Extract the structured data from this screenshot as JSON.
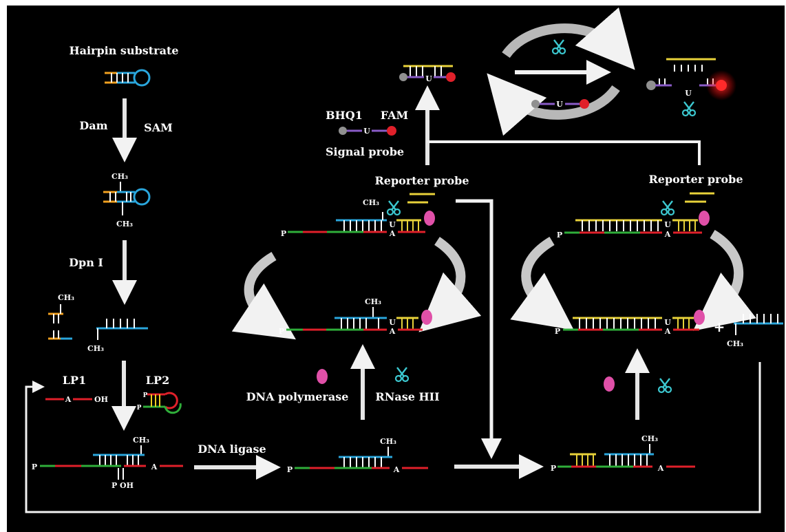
{
  "colors": {
    "background": "#000000",
    "yellow": "#e8d23a",
    "blue": "#2aa6dc",
    "red": "#e0202a",
    "green": "#2fae3a",
    "orange": "#f0a020",
    "purple": "#8a5cc8",
    "pink": "#e050a8",
    "teal": "#3cc8d0",
    "gray": "#909090"
  },
  "labels": {
    "hairpin_substrate": "Hairpin substrate",
    "dam": "Dam",
    "sam": "SAM",
    "dpn1": "Dpn I",
    "lp1": "LP1",
    "lp2": "LP2",
    "dna_ligase": "DNA ligase",
    "bhq1": "BHQ1",
    "fam": "FAM",
    "signal_probe": "Signal probe",
    "reporter_probe_1": "Reporter probe",
    "reporter_probe_2": "Reporter probe",
    "dna_polymerase": "DNA polymerase",
    "rnase_hii": "RNase HII",
    "plus": "+"
  },
  "glyphs": {
    "ch3": "CH₃",
    "p": "P",
    "a": "A",
    "u": "U",
    "oh": "OH",
    "p_oh": "P OH"
  },
  "icons": {
    "enzyme_scissors": "scissors-icon",
    "polymerase": "ellipse-icon",
    "quencher": "gray-dot",
    "fluorophore": "red-dot"
  }
}
